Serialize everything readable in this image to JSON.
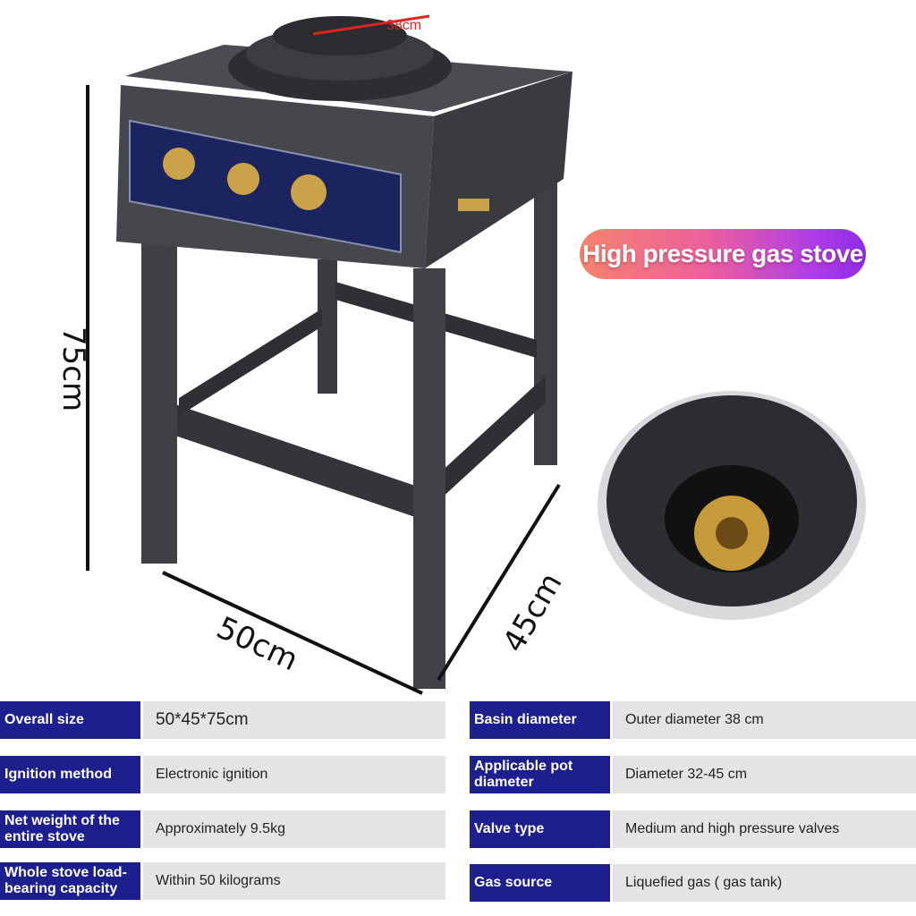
{
  "dimensions": {
    "height": "75cm",
    "width": "50cm",
    "depth": "45cm",
    "burner": "38cm"
  },
  "badge": "High pressure gas stove",
  "specs_left": [
    {
      "label": "Overall size",
      "value": "50*45*75cm"
    },
    {
      "label": "Ignition method",
      "value": "Electronic ignition"
    },
    {
      "label": "Net weight of the entire stove",
      "value": "Approximately 9.5kg"
    },
    {
      "label": "Whole stove load-bearing capacity",
      "value": "Within 50 kilograms"
    }
  ],
  "specs_right": [
    {
      "label": "Basin diameter",
      "value": "Outer diameter 38 cm"
    },
    {
      "label": "Applicable pot diameter",
      "value": "Diameter 32-45 cm"
    },
    {
      "label": "Valve type",
      "value": "Medium and high pressure valves"
    },
    {
      "label": "Gas source",
      "value": "Liquefied gas ( gas tank)"
    }
  ],
  "colors": {
    "label_bg": "#1e1f8e",
    "value_bg": "#e4e4e6"
  }
}
